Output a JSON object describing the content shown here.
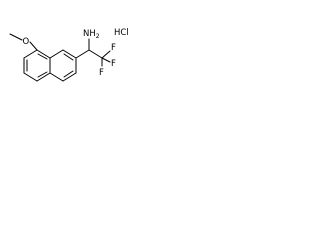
{
  "molecule": {
    "atom_labels": {
      "oxygen": "O",
      "amine": "NH",
      "amine_sub": "2",
      "fluorine_top": "F",
      "fluorine_right": "F",
      "fluorine_bottom": "F",
      "salt": "HCl"
    }
  },
  "colors": {
    "bond": "#000000",
    "text": "#000000",
    "background": "#ffffff"
  }
}
